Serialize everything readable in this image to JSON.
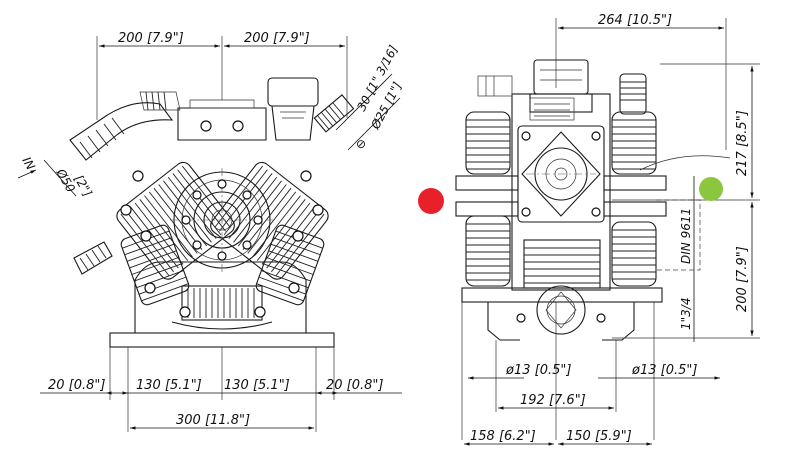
{
  "front_view": {
    "dim_top_left": "200 [7.9\"]",
    "dim_top_right": "200 [7.9\"]",
    "dim_d30": "30 [1\" 3/16]",
    "dim_d25": "Ø25 [1\"]",
    "dim_d50": "Ø50",
    "dim_2in": "[2\"]",
    "label_in": "IN",
    "dim_b1": "20 [0.8\"]",
    "dim_b2": "130 [5.1\"]",
    "dim_b3": "130 [5.1\"]",
    "dim_b4": "20 [0.8\"]",
    "dim_overall": "300 [11.8\"]"
  },
  "side_view": {
    "dim_top": "264 [10.5\"]",
    "dim_217": "217 [8.5\"]",
    "dim_200": "200 [7.9\"]",
    "label_din": "DIN 9611",
    "label_shaft": "1\"3/4",
    "dim_hole_left": "ø13 [0.5\"]",
    "dim_hole_right": "ø13 [0.5\"]",
    "dim_192": "192 [7.6\"]",
    "dim_158": "158 [6.2\"]",
    "dim_150": "150 [5.9\"]"
  },
  "markers": {
    "red": "#e8202a",
    "green": "#8cc63f"
  }
}
